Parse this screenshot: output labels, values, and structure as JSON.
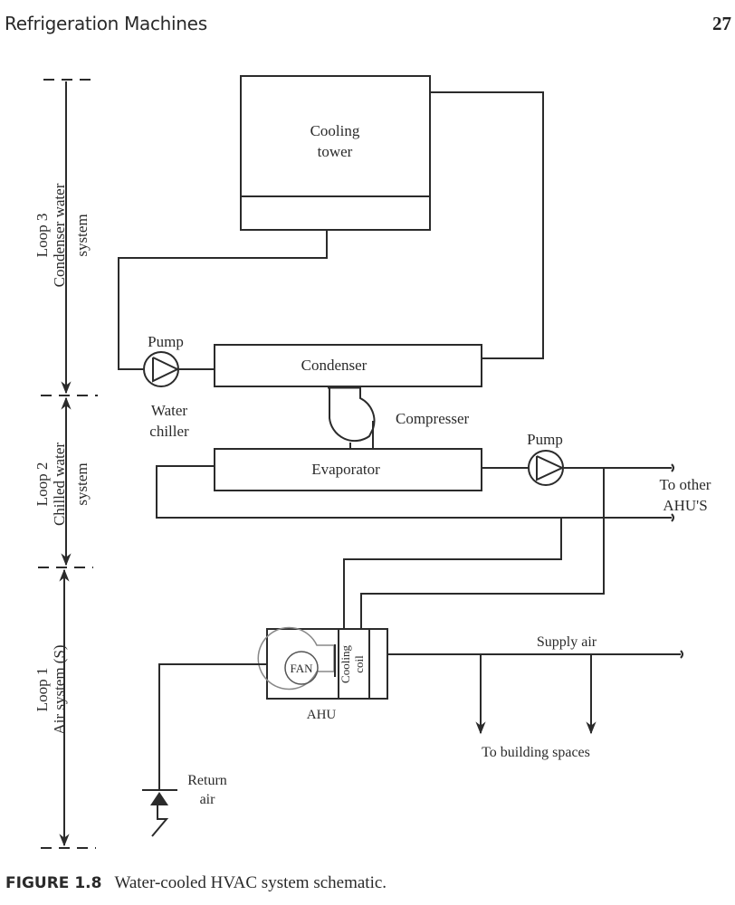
{
  "header": {
    "running_title": "Refrigeration Machines",
    "page_number": "27"
  },
  "loops": {
    "loop3": {
      "line1": "Loop 3",
      "line2": "Condenser water",
      "line3": "system"
    },
    "loop2": {
      "line1": "Loop 2",
      "line2": "Chilled water",
      "line3": "system"
    },
    "loop1": {
      "line1": "Loop 1",
      "line2": "Air system (S)"
    }
  },
  "components": {
    "cooling_tower": {
      "line1": "Cooling",
      "line2": "tower"
    },
    "condenser": "Condenser",
    "evaporator": "Evaporator",
    "compressor": "Compresser",
    "condenser_pump": "Pump",
    "chilled_pump": "Pump",
    "water_chiller": {
      "line1": "Water",
      "line2": "chiller"
    },
    "fan": "FAN",
    "cooling_coil": {
      "line1": "Cooling",
      "line2": "coil"
    },
    "ahu": "AHU"
  },
  "labels": {
    "to_other_ahus": {
      "line1": "To other",
      "line2": "AHU'S"
    },
    "supply_air": "Supply air",
    "to_building_spaces": "To building spaces",
    "return_air": {
      "line1": "Return",
      "line2": "air"
    }
  },
  "caption": {
    "figure_number": "FIGURE 1.8",
    "text": "Water-cooled HVAC system schematic."
  }
}
